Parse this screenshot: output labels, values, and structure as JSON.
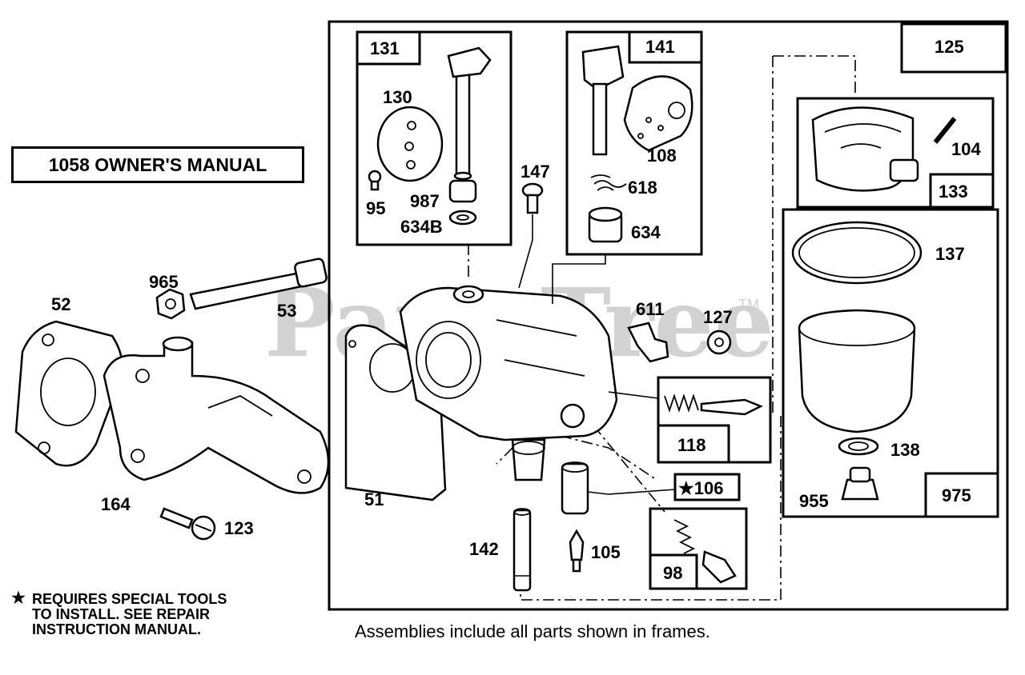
{
  "manual_box": "1058 OWNER'S MANUAL",
  "special_note": {
    "star": "★",
    "lines": [
      "REQUIRES SPECIAL TOOLS",
      "TO INSTALL.  SEE REPAIR",
      "INSTRUCTION MANUAL."
    ]
  },
  "caption": "Assemblies include all parts shown in frames.",
  "watermark": {
    "text": "PartsTree",
    "tm": "TM"
  },
  "frame_labels": {
    "f131": "131",
    "f141": "141",
    "f125": "125",
    "f133": "133",
    "f118": "118",
    "f106": "★106",
    "f98": "98",
    "f975": "975"
  },
  "part_labels": {
    "p130": "130",
    "p95": "95",
    "p987": "987",
    "p634B": "634B",
    "p147": "147",
    "p108": "108",
    "p618": "618",
    "p634": "634",
    "p104": "104",
    "p137": "137",
    "p138": "138",
    "p955": "955",
    "p611": "611",
    "p127": "127",
    "p965": "965",
    "p53": "53",
    "p52": "52",
    "p164": "164",
    "p123": "123",
    "p51": "51",
    "p142": "142",
    "p105": "105"
  }
}
